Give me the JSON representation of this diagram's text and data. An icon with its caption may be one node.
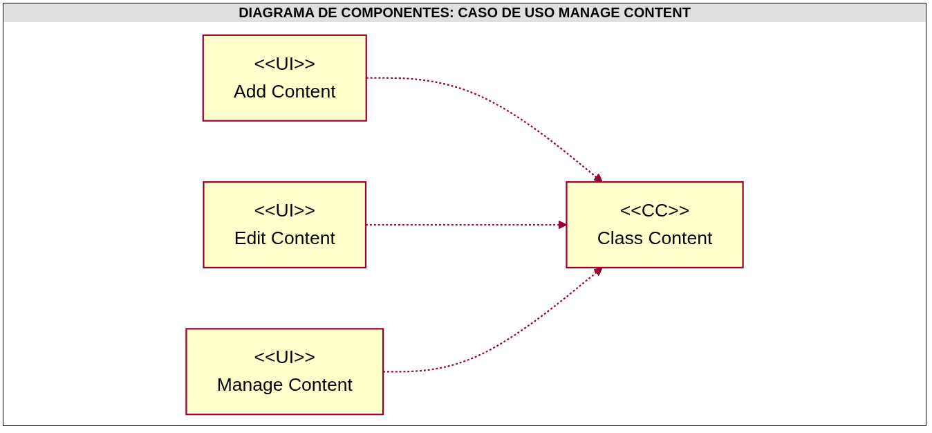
{
  "diagram": {
    "title": "DIAGRAMA DE COMPONENTES: CASO DE USO MANAGE CONTENT",
    "nodes": [
      {
        "text": [
          "<<UI>>",
          "Add Content"
        ]
      },
      {
        "text": [
          "<<UI>>",
          "Edit Content"
        ]
      },
      {
        "text": [
          "<<CC>>",
          "Class Content"
        ]
      },
      {
        "text": [
          "<<UI>>",
          "Manage Content"
        ]
      }
    ],
    "edges": [
      {
        "from": 0,
        "to": 2,
        "arrow": "to",
        "style": "dashed"
      },
      {
        "from": 1,
        "to": 2,
        "arrow": "to",
        "style": "dashed"
      },
      {
        "from": 3,
        "to": 2,
        "arrow": "to",
        "style": "dashed"
      }
    ]
  }
}
